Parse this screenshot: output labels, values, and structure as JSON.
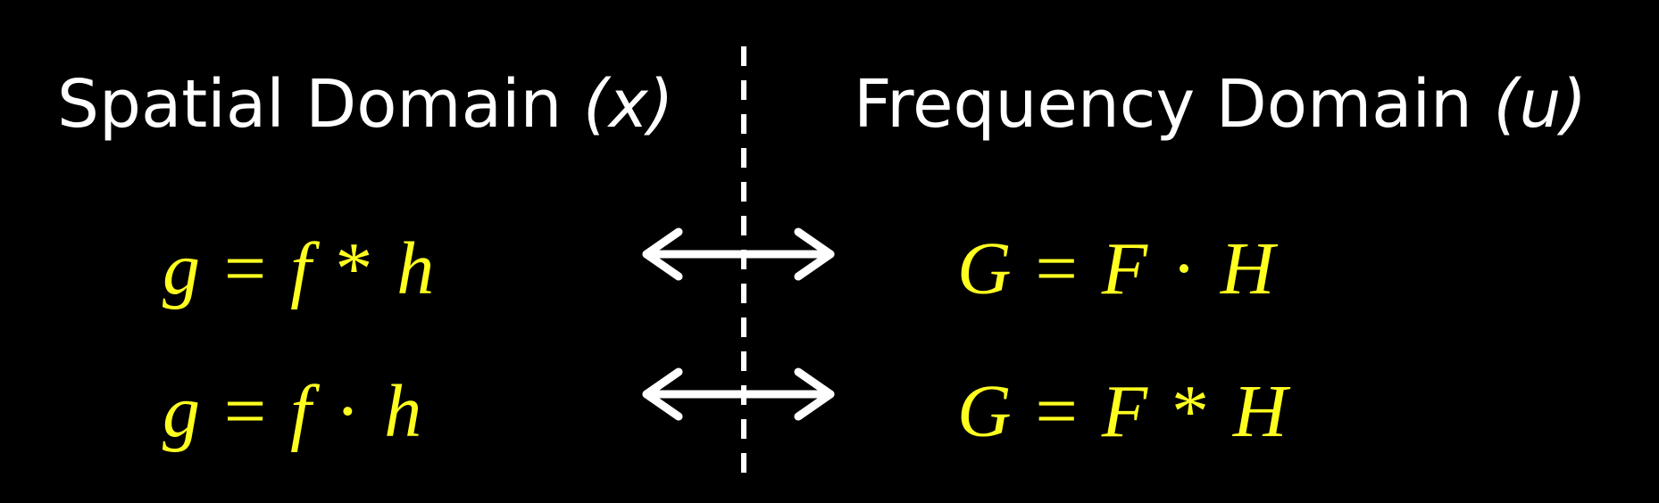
{
  "headings": {
    "left": {
      "text": "Spatial Domain ",
      "variable": "(x)"
    },
    "right": {
      "text": "Frequency Domain ",
      "variable": "(u)"
    }
  },
  "equations": {
    "row1": {
      "left": {
        "lhs": "g",
        "eq": "=",
        "a": "f",
        "op": "*",
        "b": "h"
      },
      "right": {
        "lhs": "G",
        "eq": "=",
        "a": "F",
        "op": "·",
        "b": "H"
      }
    },
    "row2": {
      "left": {
        "lhs": "g",
        "eq": "=",
        "a": "f",
        "op": "·",
        "b": "h"
      },
      "right": {
        "lhs": "G",
        "eq": "=",
        "a": "F",
        "op": "*",
        "b": "H"
      }
    }
  },
  "icons": {
    "arrows": "double-headed-arrow-icon",
    "separator": "dashed-vertical-line"
  },
  "colors": {
    "background": "#000000",
    "heading_text": "#ffffff",
    "equation_text": "#ffff1f",
    "arrow": "#ffffff",
    "divider": "#ffffff"
  }
}
